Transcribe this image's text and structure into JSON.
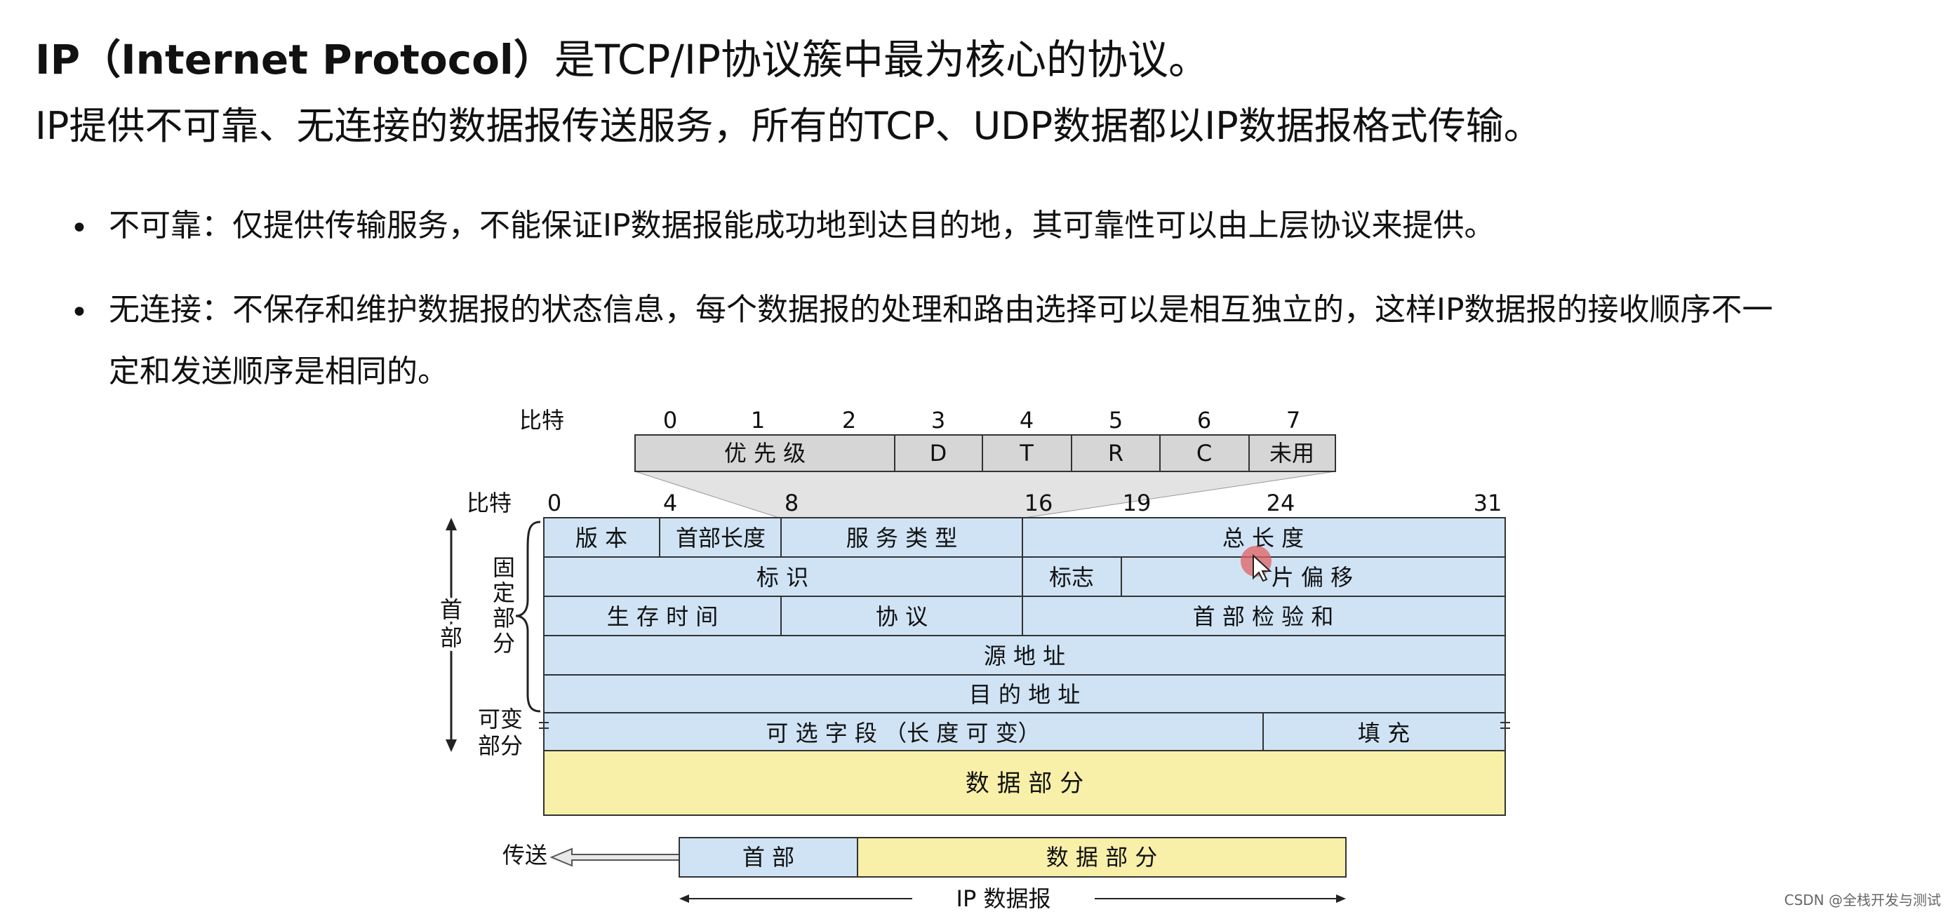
{
  "heading": {
    "ip": "IP",
    "paren": "（Internet Protocol）",
    "rest": "是TCP/IP协议簇中最为核心的协议。"
  },
  "subheading": "IP提供不可靠、无连接的数据报传送服务，所有的TCP、UDP数据都以IP数据报格式传输。",
  "bullets": [
    {
      "line1": "不可靠：仅提供传输服务，不能保证IP数据报能成功地到达目的地，其可靠性可以由上层协议来提供。"
    },
    {
      "line1": "无连接：不保存和维护数据报的状态信息，每个数据报的处理和路由选择可以是相互独立的，这样IP数据报的接收顺序不一",
      "line2": "定和发送顺序是相同的。"
    }
  ],
  "diagram": {
    "tos_bits_label": "比特",
    "tos_bit_numbers": [
      "0",
      "1",
      "2",
      "3",
      "4",
      "5",
      "6",
      "7"
    ],
    "tos_fields": [
      "优 先 级",
      "D",
      "T",
      "R",
      "C",
      "未用"
    ],
    "hdr_bits_label": "比特",
    "hdr_bit_numbers": [
      "0",
      "4",
      "8",
      "16",
      "19",
      "24",
      "31"
    ],
    "row1": [
      "版 本",
      "首部长度",
      "服 务 类 型",
      "总    长   度"
    ],
    "row2": [
      "标       识",
      "标志",
      "片   偏   移"
    ],
    "row3": [
      "生 存 时 间",
      "协     议",
      "首    部    检    验    和"
    ],
    "row4": "源    地    址",
    "row5": "目    的    地    址",
    "row6": [
      "可   选   字   段   （长   度   可   变）",
      "填      充"
    ],
    "data_part": "数        据        部        分",
    "fixed_label": [
      "固",
      "定",
      "部",
      "分"
    ],
    "header_label": [
      "首",
      "部"
    ],
    "variable_label": [
      "可变",
      "部分"
    ],
    "send_label": "传送",
    "packet_header": "首   部",
    "packet_data": "数          据          部          分",
    "ip_datagram": "IP 数据报",
    "colors": {
      "header_fill": "#cfe3f5",
      "data_fill": "#f8f0a8",
      "gray_fill": "#d6d6d6",
      "cursor": "#e06060"
    }
  },
  "watermark": "CSDN @全栈开发与测试"
}
